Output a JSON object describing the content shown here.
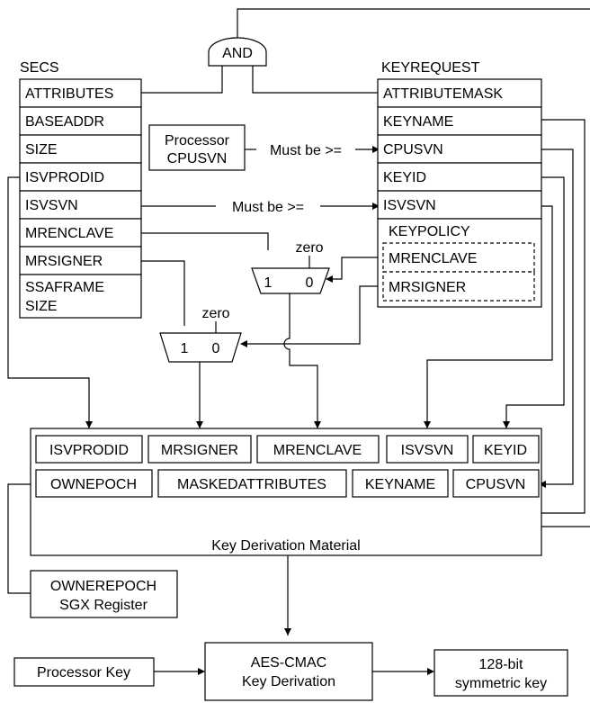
{
  "secs": {
    "title": "SECS",
    "fields": [
      "ATTRIBUTES",
      "BASEADDR",
      "SIZE",
      "ISVPRODID",
      "ISVSVN",
      "MRENCLAVE",
      "MRSIGNER"
    ],
    "last_field_lines": [
      "SSAFRAME",
      "SIZE"
    ]
  },
  "keyrequest": {
    "title": "KEYREQUEST",
    "fields": [
      "ATTRIBUTEMASK",
      "KEYNAME",
      "CPUSVN",
      "KEYID",
      "ISVSVN"
    ],
    "keypolicy_label": "KEYPOLICY",
    "keypolicy_fields": [
      "MRENCLAVE",
      "MRSIGNER"
    ]
  },
  "and_gate": {
    "label": "AND"
  },
  "processor_cpusvn": {
    "lines": [
      "Processor",
      "CPUSVN"
    ]
  },
  "comparisons": {
    "cpusvn": "Must be >=",
    "isvsvn": "Must be >="
  },
  "mux_upper": {
    "zero_label": "zero",
    "input_1": "1",
    "input_0": "0"
  },
  "mux_lower": {
    "zero_label": "zero",
    "input_1": "1",
    "input_0": "0"
  },
  "kdm": {
    "label": "Key Derivation Material",
    "row1": [
      "ISVPRODID",
      "MRSIGNER",
      "MRENCLAVE",
      "ISVSVN",
      "KEYID"
    ],
    "row2": [
      "OWNEPOCH",
      "MASKEDATTRIBUTES",
      "KEYNAME",
      "CPUSVN"
    ]
  },
  "owner_epoch": {
    "lines": [
      "OWNEREPOCH",
      "SGX Register"
    ]
  },
  "processor_key": {
    "label": "Processor Key"
  },
  "aes_cmac": {
    "lines": [
      "AES-CMAC",
      "Key Derivation"
    ]
  },
  "output_key": {
    "lines": [
      "128-bit",
      "symmetric key"
    ]
  }
}
